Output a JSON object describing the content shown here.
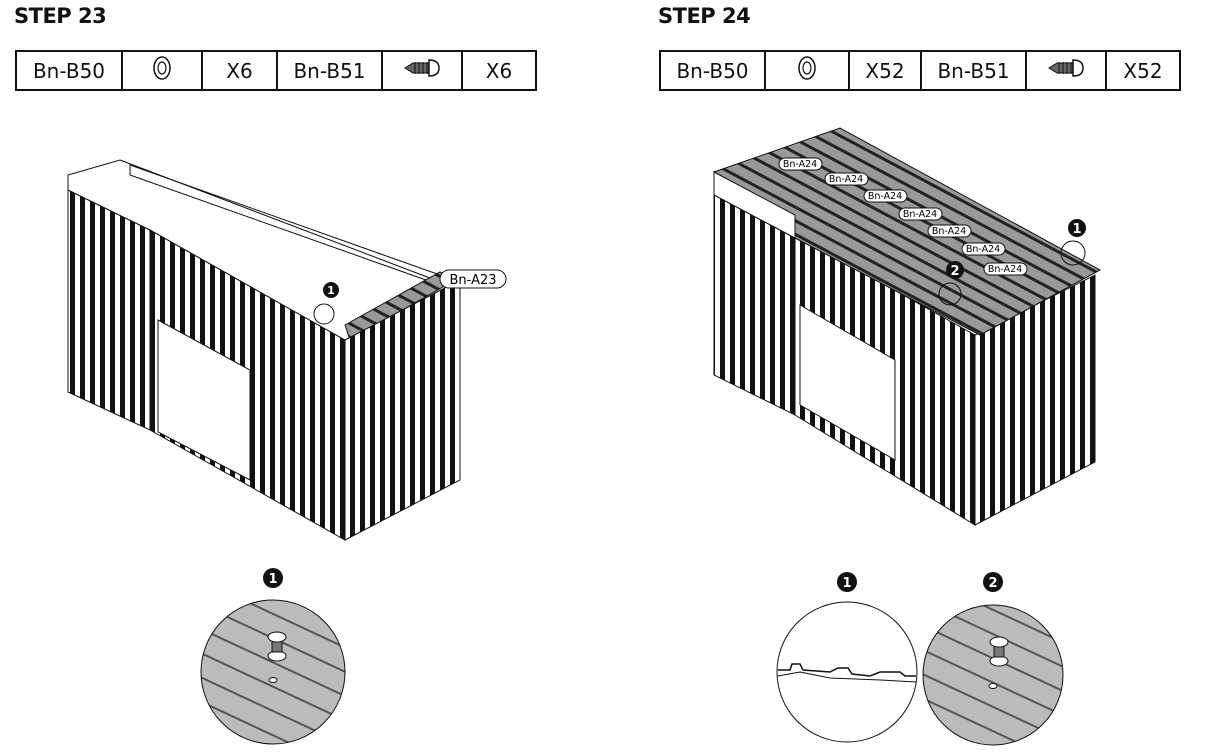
{
  "step23": {
    "title": "STEP 23",
    "parts": [
      {
        "code": "Bn-B50",
        "icon": "washer-icon",
        "qty": "X6"
      },
      {
        "code": "Bn-B51",
        "icon": "screw-icon",
        "qty": "X6"
      }
    ],
    "callout_label": "Bn-A23",
    "detail_markers": [
      "1"
    ],
    "shed_markers": [
      "1"
    ]
  },
  "step24": {
    "title": "STEP 24",
    "parts": [
      {
        "code": "Bn-B50",
        "icon": "washer-icon",
        "qty": "X52"
      },
      {
        "code": "Bn-B51",
        "icon": "screw-icon",
        "qty": "X52"
      }
    ],
    "roof_labels": [
      "Bn-A24",
      "Bn-A24",
      "Bn-A24",
      "Bn-A24",
      "Bn-A24",
      "Bn-A24",
      "Bn-A24"
    ],
    "shed_markers": [
      "1",
      "2"
    ],
    "detail_markers": [
      "1",
      "2"
    ]
  }
}
